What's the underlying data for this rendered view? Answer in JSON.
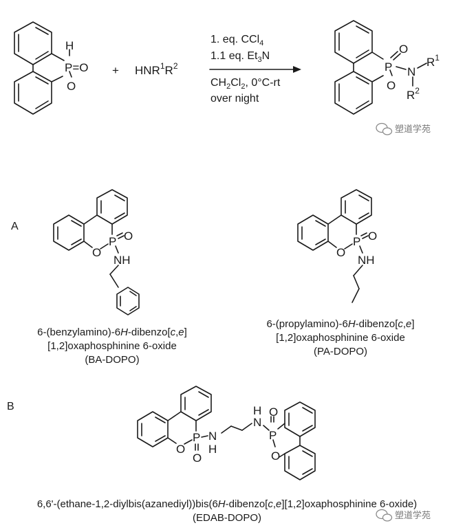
{
  "reaction": {
    "reactant_ph": "H",
    "reactant_pe": "P=O",
    "reactant_o": "O",
    "plus": "+",
    "amine": "HNR",
    "amine_sup1": "1",
    "amine_r2": "R",
    "amine_sup2": "2",
    "cond_line1_a": "1. eq. CCl",
    "cond_line1_sub": "4",
    "cond_line2_a": "1.1 eq. Et",
    "cond_line2_sub": "3",
    "cond_line2_b": "N",
    "cond_line3_a": "CH",
    "cond_line3_sub1": "2",
    "cond_line3_b": "Cl",
    "cond_line3_sub2": "2",
    "cond_line3_c": ", 0°C-rt",
    "cond_line4": "over night",
    "product_p": "P",
    "product_o_dbl": "O",
    "product_o_ring": "O",
    "product_n": "N",
    "product_r": "R",
    "product_sup1": "1",
    "product_sup2": "2"
  },
  "panel_a": {
    "label": "A",
    "compound1": {
      "p": "P",
      "o_dbl": "O",
      "o_ring": "O",
      "nh": "NH",
      "name_line1_a": "6-(benzylamino)-6",
      "name_line1_h": "H",
      "name_line1_b": "-dibenzo[",
      "name_line1_c": "c",
      "name_line1_comma": ",",
      "name_line1_e": "e",
      "name_line1_close": "]",
      "name_line2": "[1,2]oxaphosphinine 6-oxide",
      "abbrev": "(BA-DOPO)"
    },
    "compound2": {
      "p": "P",
      "o_dbl": "O",
      "o_ring": "O",
      "nh": "NH",
      "name_line1_a": "6-(propylamino)-6",
      "name_line1_h": "H",
      "name_line1_b": "-dibenzo[",
      "name_line1_c": "c",
      "name_line1_comma": ",",
      "name_line1_e": "e",
      "name_line1_close": "]",
      "name_line2": "[1,2]oxaphosphinine 6-oxide",
      "abbrev": "(PA-DOPO)"
    }
  },
  "panel_b": {
    "label": "B",
    "p_left": "P",
    "o_left_dbl": "O",
    "o_left_ring": "O",
    "n_left": "N",
    "h_left": "H",
    "p_right": "P",
    "o_right_dbl": "O",
    "o_right_ring": "O",
    "n_right": "N",
    "h_right": "H",
    "name_a": "6,6'-(ethane-1,2-diylbis(azanediyl))bis(6",
    "name_h": "H",
    "name_b": "-dibenzo[",
    "name_c": "c",
    "name_comma": ",",
    "name_e": "e",
    "name_d": "][1,2]oxaphosphinine 6-oxide)",
    "abbrev": "(EDAB-DOPO)"
  },
  "watermark": {
    "text": "塑道学苑",
    "icon": "wechat-icon"
  }
}
